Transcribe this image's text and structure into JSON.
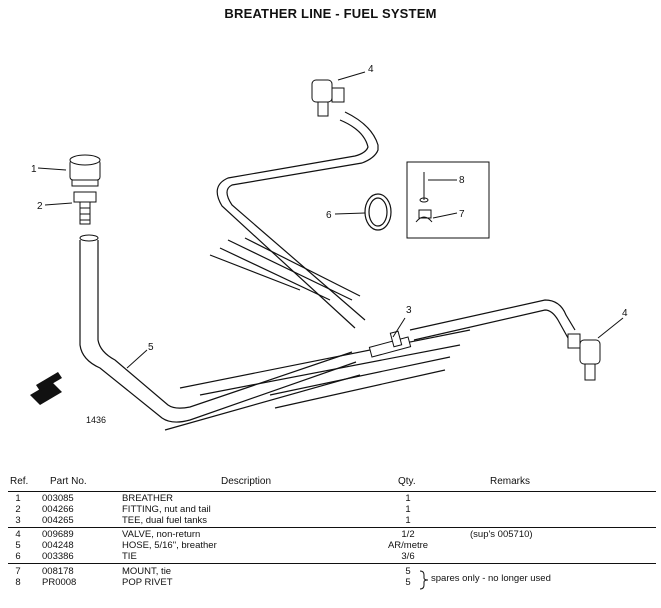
{
  "title": "BREATHER LINE - FUEL SYSTEM",
  "figure": {
    "number": "1436",
    "callouts": [
      "1",
      "2",
      "3",
      "4",
      "4",
      "5",
      "6",
      "7",
      "8"
    ]
  },
  "table": {
    "headers": {
      "ref": "Ref.",
      "part": "Part No.",
      "desc": "Description",
      "qty": "Qty.",
      "remarks": "Remarks"
    },
    "rows": [
      {
        "ref": "1",
        "part": "003085",
        "desc": "BREATHER",
        "qty": "1",
        "remarks": ""
      },
      {
        "ref": "2",
        "part": "004266",
        "desc": "FITTING, nut and tail",
        "qty": "1",
        "remarks": ""
      },
      {
        "ref": "3",
        "part": "004265",
        "desc": "TEE, dual fuel tanks",
        "qty": "1",
        "remarks": ""
      },
      {
        "ref": "4",
        "part": "009689",
        "desc": "VALVE, non-return",
        "qty": "1/2",
        "remarks": "(sup's 005710)"
      },
      {
        "ref": "5",
        "part": "004248",
        "desc": "HOSE, 5/16\", breather",
        "qty": "AR/metre",
        "remarks": ""
      },
      {
        "ref": "6",
        "part": "003386",
        "desc": "TIE",
        "qty": "3/6",
        "remarks": ""
      },
      {
        "ref": "7",
        "part": "008178",
        "desc": "MOUNT, tie",
        "qty": "5",
        "remarks": ""
      },
      {
        "ref": "8",
        "part": "PR0008",
        "desc": "POP RIVET",
        "qty": "5",
        "remarks": ""
      }
    ],
    "group_remark": "spares only - no longer used"
  }
}
